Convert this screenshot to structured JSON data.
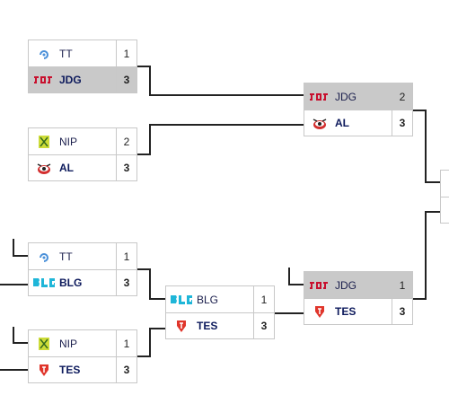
{
  "round1": [
    {
      "teams": [
        {
          "name": "TT",
          "logo": "tt-logo",
          "score": "1",
          "winner": false
        },
        {
          "name": "JDG",
          "logo": "jdg-logo",
          "score": "3",
          "winner": true
        }
      ]
    },
    {
      "teams": [
        {
          "name": "NIP",
          "logo": "nip-logo",
          "score": "2",
          "winner": false
        },
        {
          "name": "AL",
          "logo": "al-logo",
          "score": "3",
          "winner": true
        }
      ]
    },
    {
      "teams": [
        {
          "name": "TT",
          "logo": "tt-logo",
          "score": "1",
          "winner": false
        },
        {
          "name": "BLG",
          "logo": "blg-logo",
          "score": "3",
          "winner": true
        }
      ]
    },
    {
      "teams": [
        {
          "name": "NIP",
          "logo": "nip-logo",
          "score": "1",
          "winner": false
        },
        {
          "name": "TES",
          "logo": "tes-logo",
          "score": "3",
          "winner": true
        }
      ]
    }
  ],
  "round2": [
    {
      "teams": [
        {
          "name": "BLG",
          "logo": "blg-logo",
          "score": "1",
          "winner": false
        },
        {
          "name": "TES",
          "logo": "tes-logo",
          "score": "3",
          "winner": true
        }
      ]
    }
  ],
  "round3": [
    {
      "teams": [
        {
          "name": "JDG",
          "logo": "jdg-logo",
          "score": "2",
          "winner": false
        },
        {
          "name": "AL",
          "logo": "al-logo",
          "score": "3",
          "winner": true
        }
      ]
    },
    {
      "teams": [
        {
          "name": "JDG",
          "logo": "jdg-logo",
          "score": "1",
          "winner": false
        },
        {
          "name": "TES",
          "logo": "tes-logo",
          "score": "3",
          "winner": true
        }
      ]
    }
  ],
  "colors": {
    "jdg": "#c8102e",
    "blg": "#1fb6d8",
    "tes": "#e0352b",
    "nip": "#8bc34a",
    "tt": "#4a90d9",
    "al": "#d32f2f"
  }
}
